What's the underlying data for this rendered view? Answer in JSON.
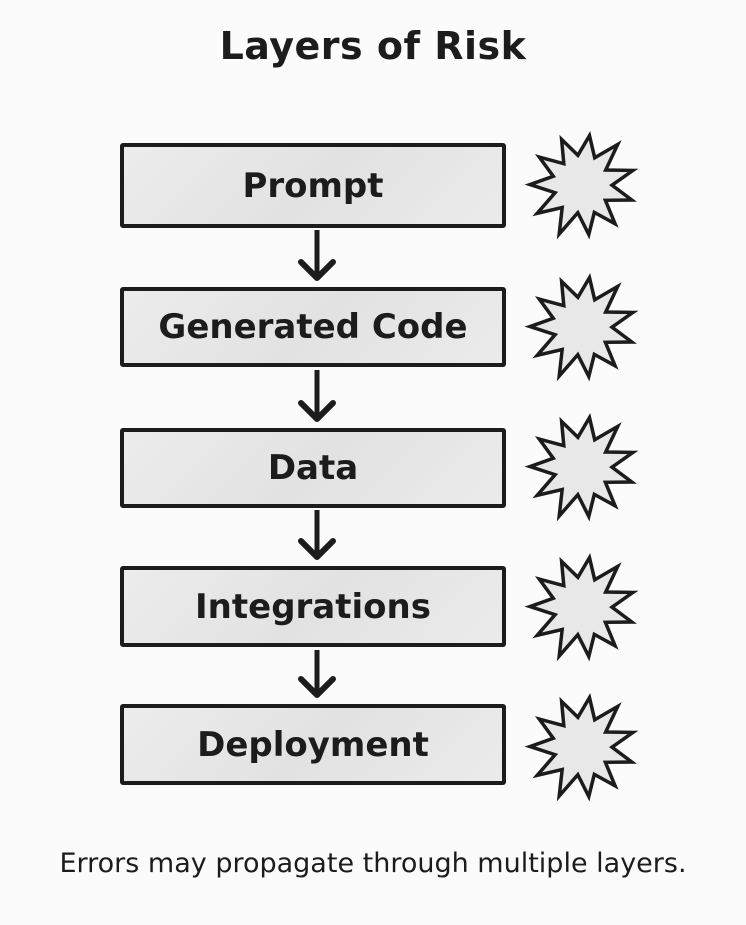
{
  "title": "Layers of Risk",
  "layers": [
    {
      "label": "Prompt"
    },
    {
      "label": "Generated Code"
    },
    {
      "label": "Data"
    },
    {
      "label": "Integrations"
    },
    {
      "label": "Deployment"
    }
  ],
  "caption": "Errors may propagate through multiple layers.",
  "colors": {
    "stroke": "#1c1c1c",
    "fill": "#e8e8e8",
    "background": "#fbfbfb"
  }
}
